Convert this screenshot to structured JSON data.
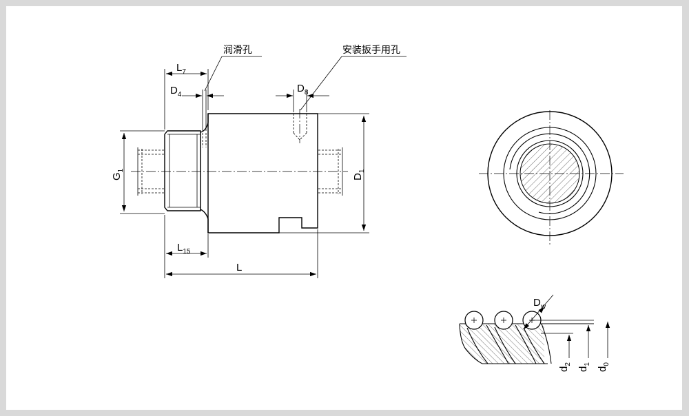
{
  "colors": {
    "background": "#d9d9d9",
    "sheet": "#ffffff",
    "line": "#000000"
  },
  "annotations": {
    "lubrication_hole": "润滑孔",
    "wrench_hole": "安装扳手用孔"
  },
  "dims": {
    "L7": {
      "base": "L",
      "sub": "7"
    },
    "D4": {
      "base": "D",
      "sub": "4"
    },
    "D8": {
      "base": "D",
      "sub": "8"
    },
    "G1": {
      "base": "G",
      "sub": "1"
    },
    "D1": {
      "base": "D",
      "sub": "1"
    },
    "L15": {
      "base": "L",
      "sub": "15"
    },
    "L": {
      "base": "L"
    },
    "Dw": {
      "base": "D",
      "sub": "w"
    },
    "d2": {
      "base": "d",
      "sub": "2"
    },
    "d1": {
      "base": "d",
      "sub": "1"
    },
    "d0": {
      "base": "d",
      "sub": "0"
    }
  }
}
